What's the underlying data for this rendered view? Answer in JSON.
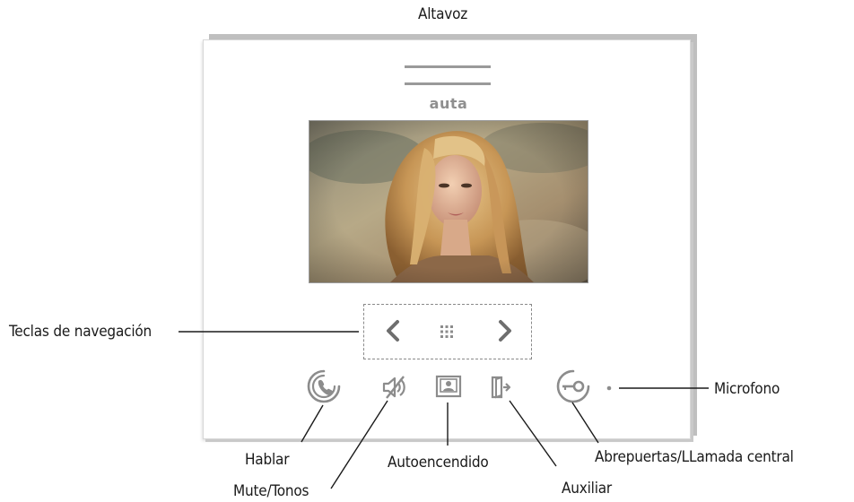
{
  "labels": {
    "speaker": "Altavoz",
    "navigation_keys": "Teclas de navegación",
    "microphone": "Microfono",
    "talk": "Hablar",
    "mute_tones": "Mute/Tonos",
    "auto_on": "Autoencendido",
    "auxiliary": "Auxiliar",
    "door_opener": "Abrepuertas/LLamada central"
  },
  "device": {
    "brand": "auta"
  },
  "icons": {
    "talk": "handset-icon",
    "mute": "muted-speaker-icon",
    "auto_on": "user-portrait-icon",
    "auxiliary": "door-exit-icon",
    "door_opener": "key-icon",
    "nav_left": "chevron-left-icon",
    "nav_menu": "grid-icon",
    "nav_right": "chevron-right-icon"
  },
  "colors": {
    "icon_gray": "#8c8c8c",
    "chevron": "#6e6e6e",
    "leader": "#1a1a1a"
  }
}
